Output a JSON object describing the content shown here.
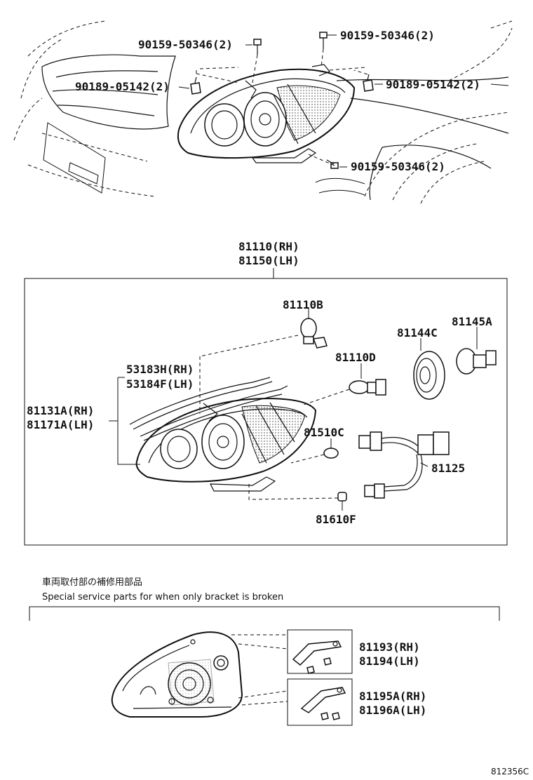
{
  "top_labels": {
    "bolt_upper_left": "90159-50346(2)",
    "bolt_upper_right": "90159-50346(2)",
    "clip_left": "90189-05142(2)",
    "clip_right": "90189-05142(2)",
    "bolt_lower": "90159-50346(2)"
  },
  "assembly": {
    "rh": "81110(RH)",
    "lh": "81150(LH)"
  },
  "parts": {
    "bulb_hi": "81110B",
    "socket_cover": "81144C",
    "bulb_socket": "81145A",
    "seal_rh": "53183H(RH)",
    "seal_lh": "53184F(LH)",
    "bulb_lo": "81110D",
    "unit_rh": "81131A(RH)",
    "unit_lh": "81171A(LH)",
    "lens_small": "81510C",
    "wire": "81125",
    "bulb_small": "81610F"
  },
  "special": {
    "note_jp": "車両取付部の補修用部品",
    "note_en": "Special service parts for when only bracket is broken",
    "bracket1_rh": "81193(RH)",
    "bracket1_lh": "81194(LH)",
    "bracket2_rh": "81195A(RH)",
    "bracket2_lh": "81196A(LH)"
  },
  "ref_code": "812356C"
}
